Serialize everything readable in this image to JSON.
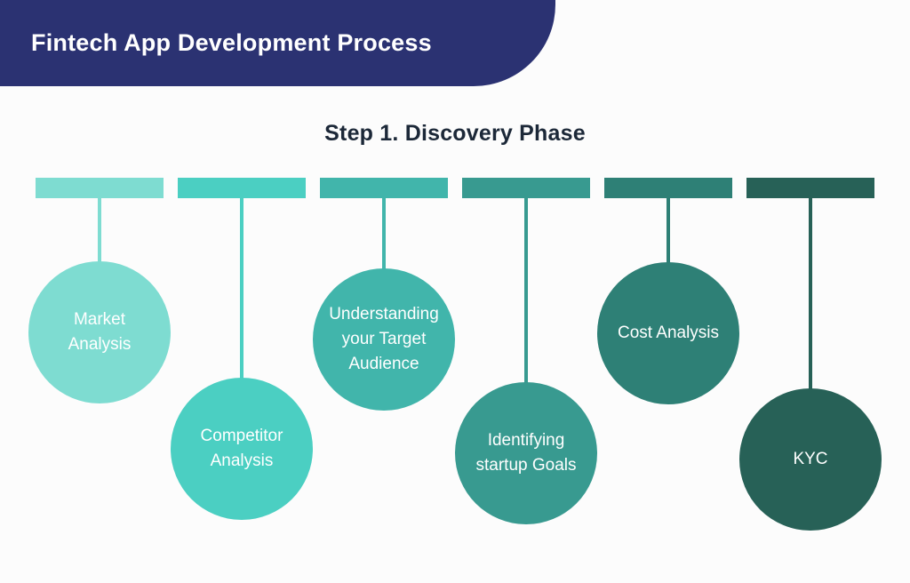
{
  "header": {
    "title": "Fintech App Development Process",
    "bg_color": "#2B3272",
    "text_color": "#FFFFFF"
  },
  "step": {
    "title": "Step 1. Discovery Phase",
    "title_color": "#1C2838",
    "items": [
      {
        "label": "Market Analysis",
        "color": "#7EDCD1",
        "circle_position": "up"
      },
      {
        "label": "Competitor Analysis",
        "color": "#4BCFC2",
        "circle_position": "down"
      },
      {
        "label": "Understanding your Target Audience",
        "color": "#41B5AB",
        "circle_position": "up"
      },
      {
        "label": "Identifying startup Goals",
        "color": "#389A90",
        "circle_position": "down"
      },
      {
        "label": "Cost Analysis",
        "color": "#2E8076",
        "circle_position": "up"
      },
      {
        "label": "KYC",
        "color": "#276157",
        "circle_position": "down"
      }
    ]
  },
  "background_color": "#FCFCFC"
}
